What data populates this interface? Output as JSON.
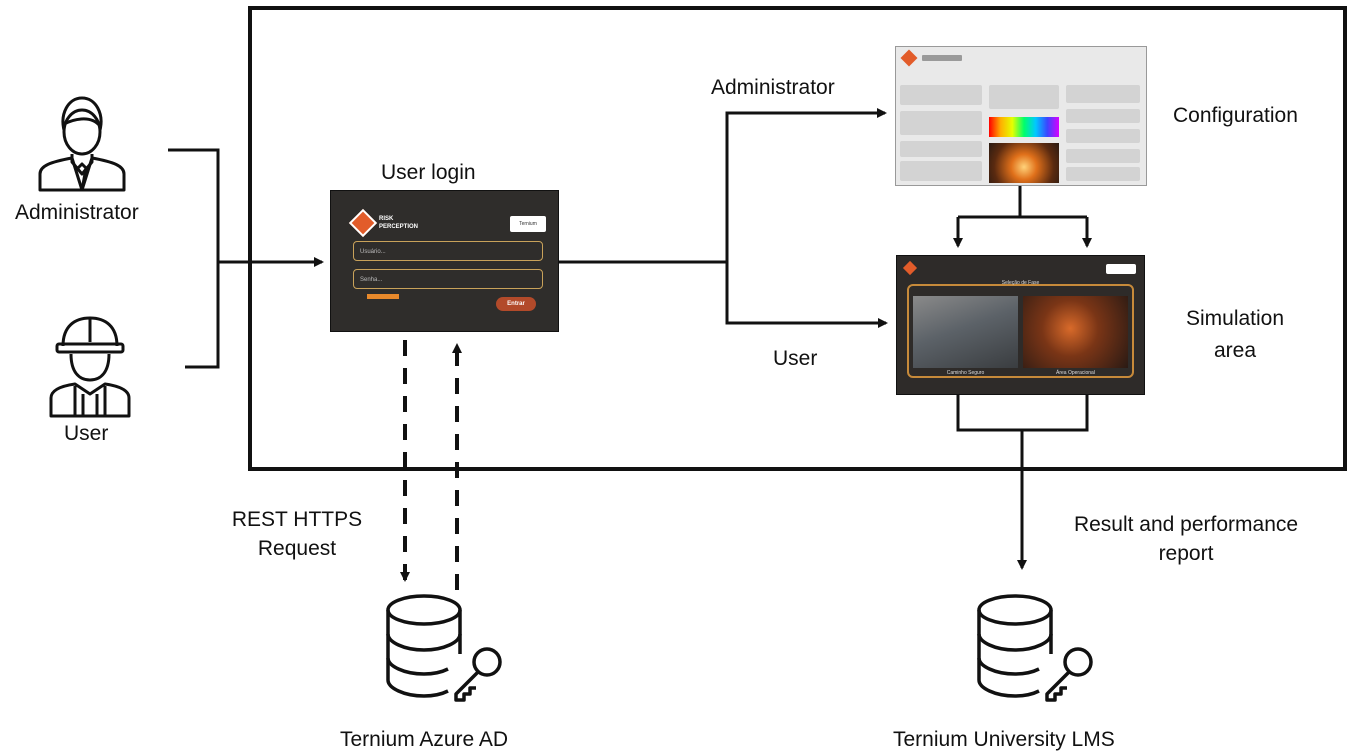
{
  "labels": {
    "actor_admin": "Administrator",
    "actor_user": "User",
    "user_login": "User login",
    "branch_admin": "Administrator",
    "branch_user": "User",
    "configuration": "Configuration",
    "simulation_line1": "Simulation",
    "simulation_line2": "area",
    "rest_line1": "REST HTTPS",
    "rest_line2": "Request",
    "result_line1": "Result and performance",
    "result_line2": "report",
    "db_azure": "Ternium Azure AD",
    "db_lms": "Ternium University LMS"
  },
  "login_screen": {
    "logo_text_1": "RISK",
    "logo_text_2": "PERCEPTION",
    "username_placeholder": "Usuário...",
    "password_placeholder": "Senha...",
    "enter_button": "Entrar",
    "brand": "Ternium"
  },
  "simulation_screen": {
    "title": "Seleção de Fase",
    "option_1": "Caminho Seguro",
    "option_2": "Área Operacional"
  },
  "icons": [
    "admin-person-icon",
    "user-worker-icon",
    "database-key-icon",
    "database-key-icon"
  ]
}
